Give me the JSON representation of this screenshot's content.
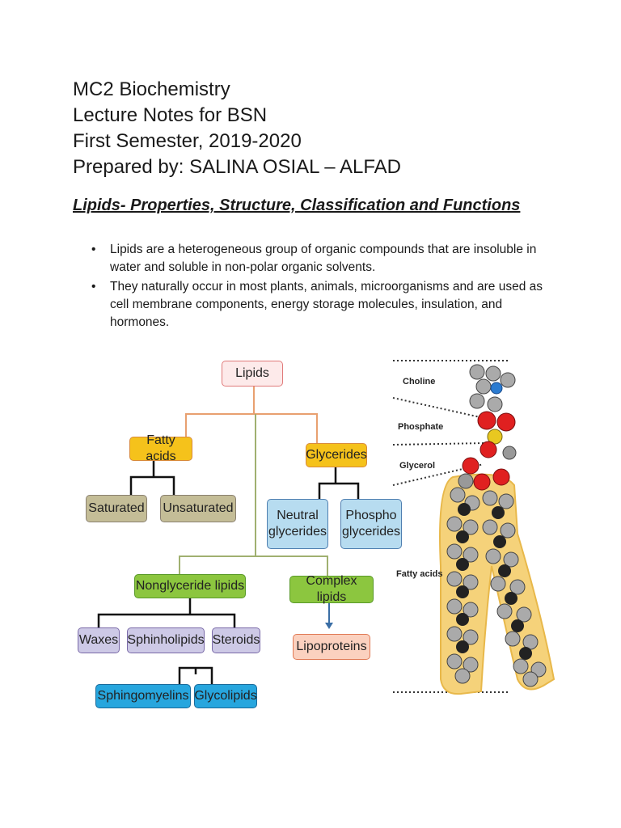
{
  "header": {
    "line1": "MC2 Biochemistry",
    "line2": "Lecture Notes for BSN",
    "line3": "First Semester, 2019-2020",
    "line4": "Prepared by: SALINA OSIAL – ALFAD"
  },
  "title": "Lipids- Properties, Structure, Classification and Functions",
  "bullets": [
    "Lipids are a heterogeneous group of organic compounds that are insoluble in water and soluble in non-polar organic solvents.",
    "They naturally occur in most plants, animals, microorganisms and are used as cell membrane components, energy storage molecules, insulation, and hormones."
  ],
  "diagram": {
    "lipids": "Lipids",
    "fatty_acids": "Fatty acids",
    "glycerides": "Glycerides",
    "saturated": "Saturated",
    "unsaturated": "Unsaturated",
    "neutral_glycerides": "Neutral\nglycerides",
    "phospho_glycerides": "Phospho\nglycerides",
    "nonglyceride_lipids": "Nonglyceride lipids",
    "complex_lipids": "Complex lipids",
    "waxes": "Waxes",
    "sphingolipids": "Sphinholipids",
    "steroids": "Steroids",
    "lipoproteins": "Lipoproteins",
    "sphingomyelins": "Sphingomyelins",
    "glycolipids": "Glycolipids"
  },
  "molecule": {
    "choline": "Choline",
    "phosphate": "Phosphate",
    "glycerol": "Glycerol",
    "fatty_acids": "Fatty acids"
  },
  "colors": {
    "yellow": "#f5c21b",
    "green": "#8cc63f",
    "blue": "#27a6de",
    "oxygen_red": "#e02020",
    "carbon_dark": "#222222",
    "hydrogen_gray": "#b0b0b0"
  }
}
